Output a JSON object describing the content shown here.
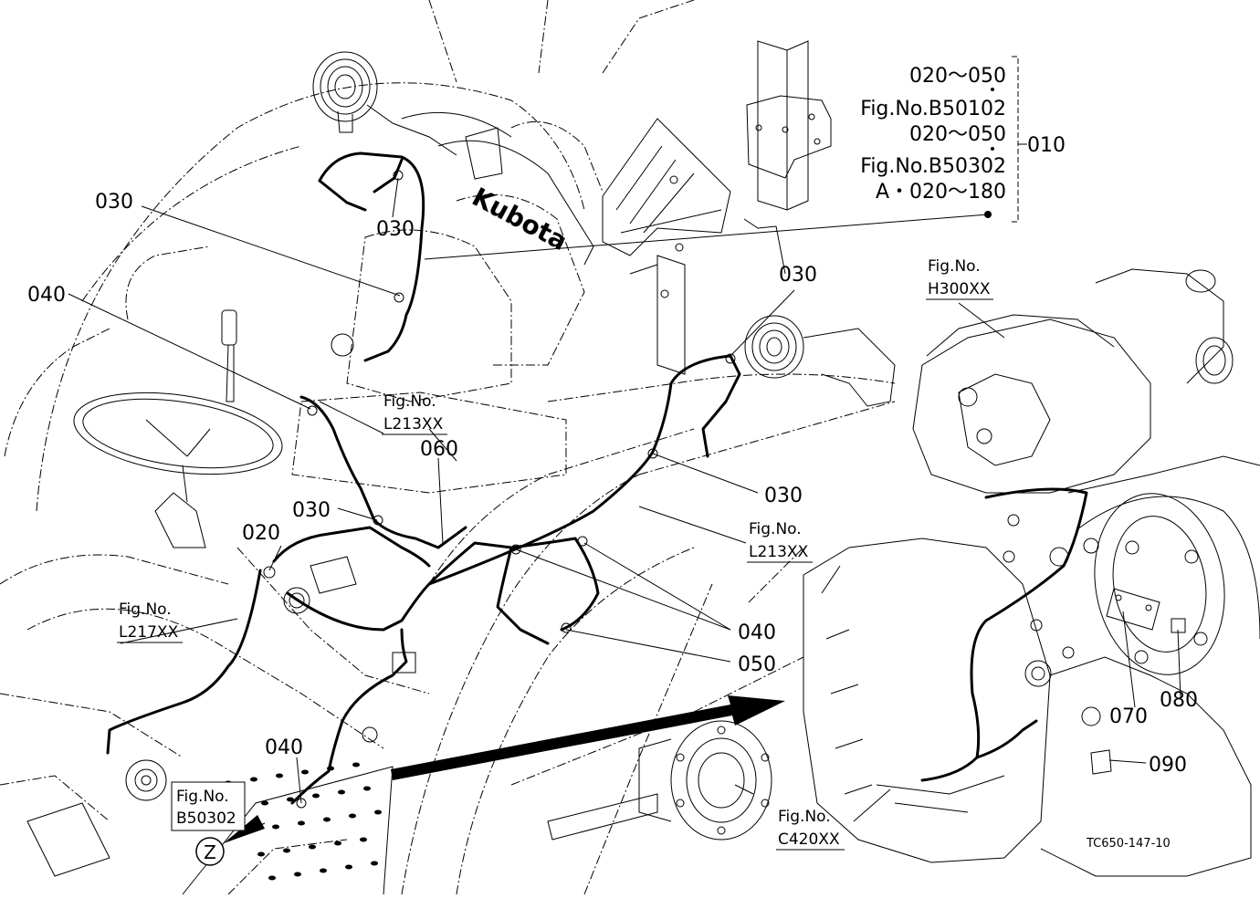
{
  "part_block": {
    "lines": [
      "020～050",
      "Fig.No.B50102",
      "020～050",
      "Fig.No.B50302",
      "A・020～180"
    ],
    "assembly_number": "010"
  },
  "callouts": [
    {
      "id": "c030a",
      "label": "030"
    },
    {
      "id": "c030b",
      "label": "030"
    },
    {
      "id": "c040a",
      "label": "040"
    },
    {
      "id": "c030c",
      "label": "030"
    },
    {
      "id": "c030d",
      "label": "030"
    },
    {
      "id": "c030e",
      "label": "030"
    },
    {
      "id": "c060",
      "label": "060"
    },
    {
      "id": "c020",
      "label": "020"
    },
    {
      "id": "c040b",
      "label": "040"
    },
    {
      "id": "c050",
      "label": "050"
    },
    {
      "id": "c040c",
      "label": "040"
    },
    {
      "id": "c070",
      "label": "070"
    },
    {
      "id": "c080",
      "label": "080"
    },
    {
      "id": "c090",
      "label": "090"
    }
  ],
  "fig_refs": [
    {
      "id": "f_h300",
      "line1": "Fig.No.",
      "line2": "H300XX"
    },
    {
      "id": "f_l213a",
      "line1": "Fig.No.",
      "line2": "L213XX"
    },
    {
      "id": "f_l213b",
      "line1": "Fig.No.",
      "line2": "L213XX"
    },
    {
      "id": "f_l217",
      "line1": "Fig.No.",
      "line2": "L217XX"
    },
    {
      "id": "f_b50302",
      "line1": "Fig.No.",
      "line2": "B50302"
    },
    {
      "id": "f_c420",
      "line1": "Fig.No.",
      "line2": "C420XX"
    }
  ],
  "view_marker": "Z",
  "brand_text": "Kubota",
  "drawing_code": "TC650-147-10"
}
